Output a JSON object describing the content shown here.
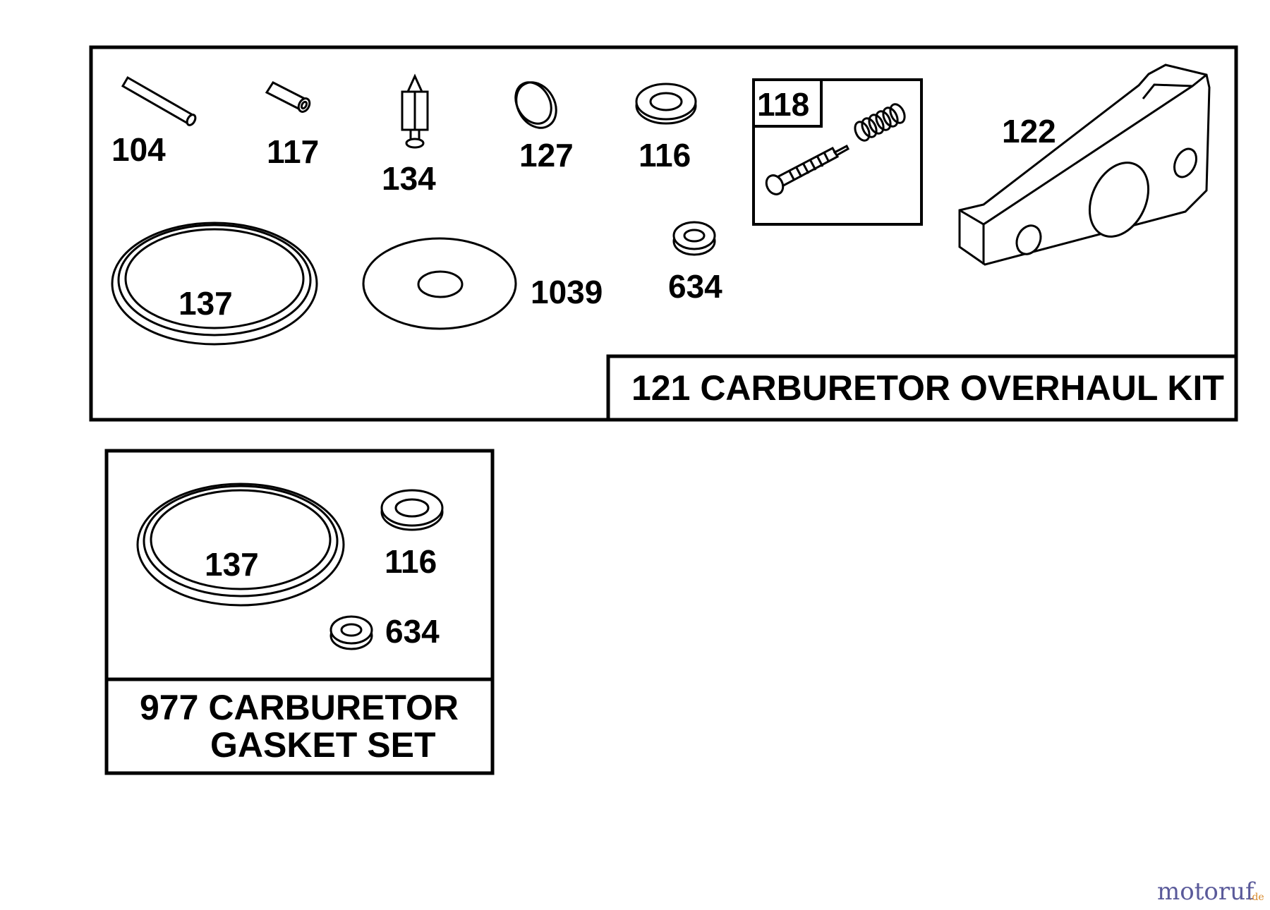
{
  "overhaul_kit": {
    "title": "121 CARBURETOR OVERHAUL KIT",
    "parts": {
      "p104": "104",
      "p117": "117",
      "p134": "134",
      "p127": "127",
      "p116": "116",
      "p118": "118",
      "p122": "122",
      "p137": "137",
      "p1039": "1039",
      "p634": "634"
    }
  },
  "gasket_set": {
    "title_line1": "977 CARBURETOR",
    "title_line2": "GASKET SET",
    "parts": {
      "p137": "137",
      "p116": "116",
      "p634": "634"
    }
  },
  "watermark": {
    "brand": "motoruf",
    "tld": ".de",
    "colors": {
      "primary": "#5a5a9a",
      "accent": "#d98a2b"
    }
  }
}
